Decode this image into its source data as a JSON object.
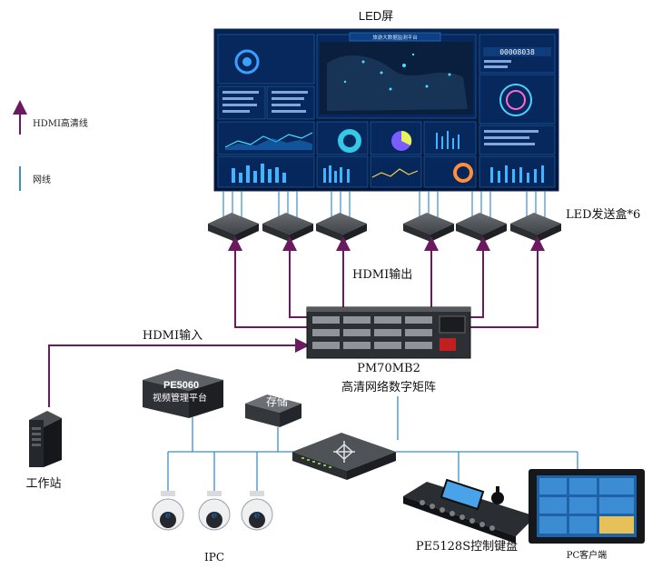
{
  "title": "LED屏",
  "legend": [
    {
      "label": "HDMI高清线",
      "color": "#6b1a5f"
    },
    {
      "label": "网线",
      "color": "#3a8fc8"
    }
  ],
  "led_screen": {
    "header": "旅游大数据监测平台",
    "counter": "00008038"
  },
  "send_box_label": "LED发送盒*6",
  "hdmi_out_label": "HDMI输出",
  "hdmi_in_label": "HDMI输入",
  "matrix": {
    "model": "PM70MB2",
    "name": "高清网络数字矩阵"
  },
  "server": {
    "model": "PE5060",
    "name": "视频管理平台"
  },
  "storage_label": "存储",
  "workstation_label": "工作站",
  "ipc_label": "IPC",
  "keyboard_label": "PE5128S控制键盘",
  "pc_label": "PC客户端",
  "colors": {
    "hdmi": "#6b1a5f",
    "network": "#3a8fc8"
  }
}
